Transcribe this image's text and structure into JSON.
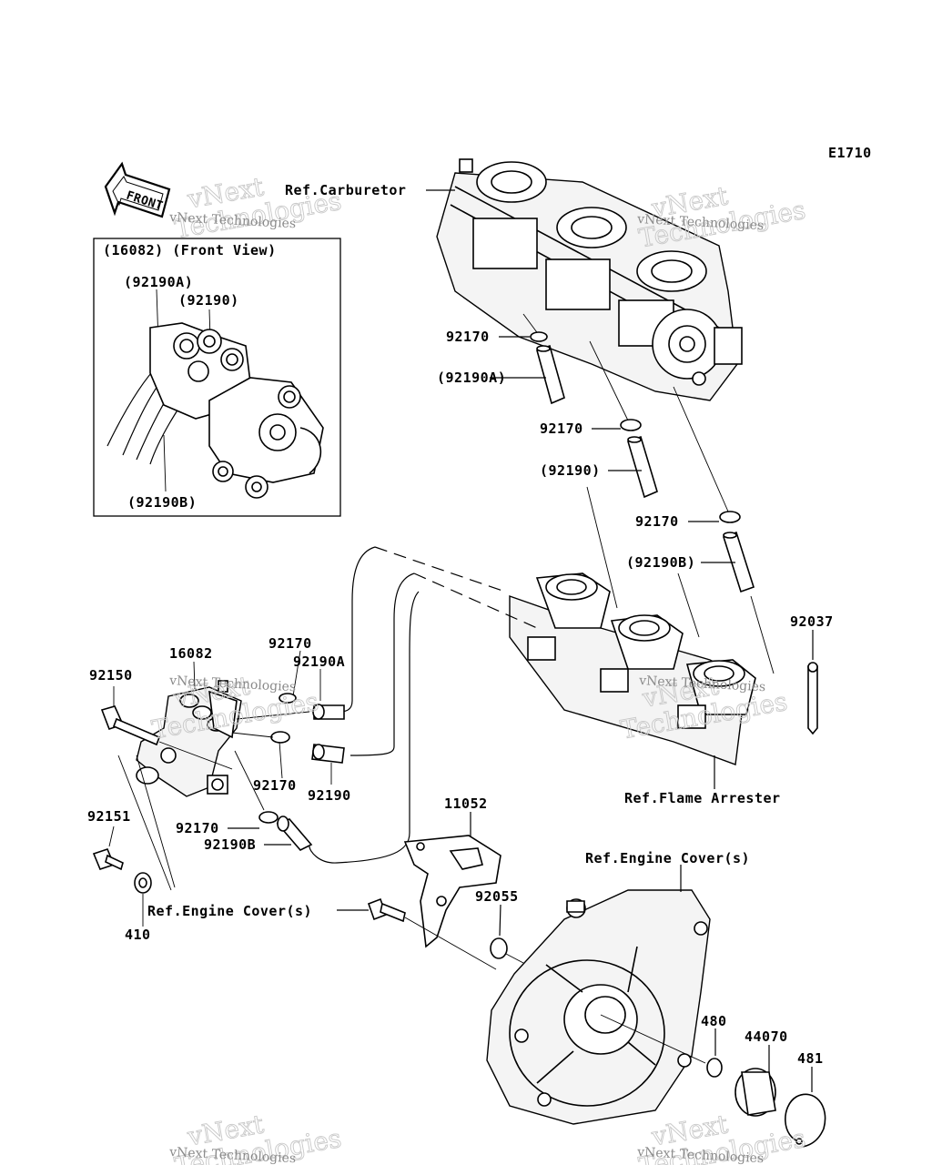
{
  "diagram_code": "E1710",
  "front_marker": "FRONT",
  "inset": {
    "title": "(16082)  (Front View)",
    "labels": [
      "(92190A)",
      "(92190)",
      "(92190B)"
    ]
  },
  "refs": {
    "carburetor": "Ref.Carburetor",
    "flame_arrester": "Ref.Flame Arrester",
    "engine_cover_right": "Ref.Engine Cover(s)",
    "engine_cover_left": "Ref.Engine Cover(s)"
  },
  "parts": {
    "p92170_a": "92170",
    "p92190A_a": "(92190A)",
    "p92170_b": "92170",
    "p92190_a": "(92190)",
    "p92170_c": "92170",
    "p92190B_a": "(92190B)",
    "p92037": "92037",
    "p16082": "16082",
    "p92170_d": "92170",
    "p92190A_b": "92190A",
    "p92150": "92150",
    "p92170_e": "92170",
    "p92190_b": "92190",
    "p92151": "92151",
    "p92170_f": "92170",
    "p92190B_b": "92190B",
    "p410": "410",
    "p11052": "11052",
    "p92055": "92055",
    "p480": "480",
    "p44070": "44070",
    "p481": "481"
  },
  "watermark": {
    "brand": "vNext",
    "tech": "Technologies",
    "tagline": "vNext Technologies"
  }
}
